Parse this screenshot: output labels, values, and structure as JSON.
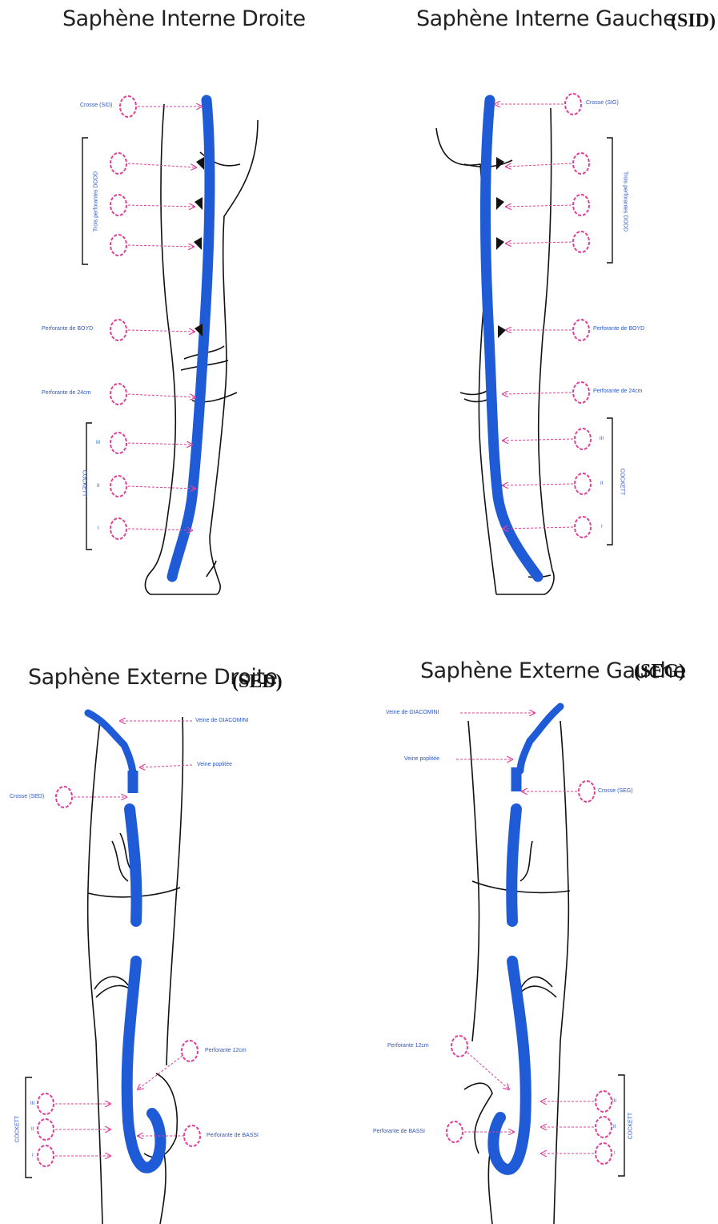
{
  "panels": {
    "sid": {
      "title": "Saphène Interne Droite",
      "labels": {
        "crosse": "Crosse (SID)",
        "dodd_group": "Trois perforantes DODD",
        "boyd": "Perforante de BOYD",
        "p24": "Perforante de 24cm",
        "cockett_group": "COCKETT",
        "r3": "III",
        "r2": "II",
        "r1": "I"
      }
    },
    "sig": {
      "title": "Saphène Interne Gauche",
      "code": "(SID)",
      "labels": {
        "crosse": "Crosse (SIG)",
        "dodd_group": "Trois perforantes DODD",
        "boyd": "Perforante de BOYD",
        "p24": "Perforante de 24cm",
        "cockett_group": "COCKETT",
        "r3": "III",
        "r2": "II",
        "r1": "I"
      }
    },
    "sed": {
      "title": "Saphène Externe Droite",
      "code": "(SED)",
      "labels": {
        "giacomini": "Veine de GIACOMINI",
        "poplitee": "Veine poplitée",
        "crosse": "Crosse (SED)",
        "p12": "Perforante 12cm",
        "bassi": "Perforante de BASSI",
        "cockett_group": "COCKETT",
        "r3": "III",
        "r2": "II",
        "r1": "I"
      }
    },
    "seg": {
      "title": "Saphène Externe Gauche",
      "code": "(SEG)",
      "labels": {
        "giacomini": "Veine de GIACOMINI",
        "poplitee": "Veine poplitée",
        "crosse": "Crosse (SEG)",
        "p12": "Perforante 12cm",
        "bassi": "Perforante de BASSI",
        "cockett_group": "COCKETT",
        "r3": "III",
        "r2": "II",
        "r1": "I"
      }
    }
  },
  "colors": {
    "vein": "#1f5bd6",
    "marker": "#e0409a",
    "outline": "#111111",
    "label": "#2a57c8"
  }
}
